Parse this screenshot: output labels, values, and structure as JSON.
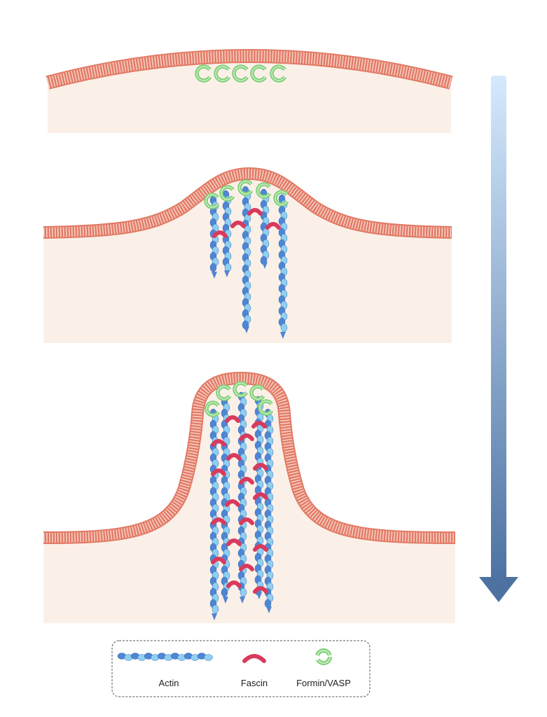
{
  "legend": {
    "items": [
      {
        "key": "actin",
        "label": "Actin"
      },
      {
        "key": "fascin",
        "label": "Fascin"
      },
      {
        "key": "formin",
        "label": "Formin/VASP"
      }
    ]
  },
  "colors": {
    "cytoplasm": "#fbf0e8",
    "membrane": "#e5826f",
    "membrane_light": "#f4c6b9",
    "actin_dark": "#4f86d3",
    "actin_light": "#8fd0f0",
    "fascin": "#d93a5c",
    "formin": "#7fcf78",
    "formin_light": "#c6eec0",
    "arrow_top": "#cfe6fb",
    "arrow_bottom": "#4f74a4"
  }
}
